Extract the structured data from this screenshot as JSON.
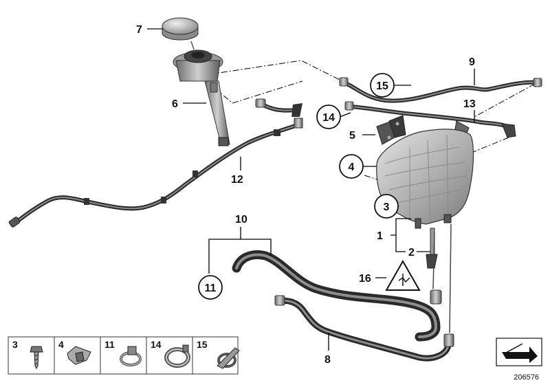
{
  "diagram": {
    "callouts": {
      "c1": "1",
      "c2": "2",
      "c3": "3",
      "c4": "4",
      "c5": "5",
      "c6": "6",
      "c7": "7",
      "c8": "8",
      "c9": "9",
      "c10": "10",
      "c11": "11",
      "c12": "12",
      "c13": "13",
      "c14": "14",
      "c15": "15",
      "c16": "16"
    },
    "legend": {
      "items": [
        {
          "label": "3",
          "icon": "screw-icon"
        },
        {
          "label": "4",
          "icon": "clip-nut-icon"
        },
        {
          "label": "11",
          "icon": "hose-clamp-icon"
        },
        {
          "label": "14",
          "icon": "spring-band-clamp-icon"
        },
        {
          "label": "15",
          "icon": "cable-tie-clamp-icon"
        }
      ]
    },
    "catalog_number": "206576",
    "colors": {
      "hose": "#2a2a2a",
      "hose_highlight": "#8e8e8e",
      "tank": "#b8b8b8"
    }
  }
}
